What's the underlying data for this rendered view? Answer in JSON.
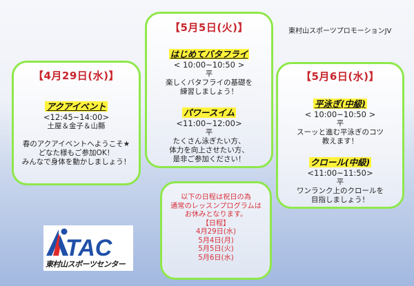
{
  "header": {
    "organization": "東村山スポーツプロモーションJV"
  },
  "cards": [
    {
      "date": "【4月29日(水)】",
      "lessons": [
        {
          "name": "アクアイベント",
          "time": "<12:45~14:00>",
          "instructor": "土屋＆金子＆山縣",
          "description": [
            "春のアクアイベントへようこそ★",
            "どなた様もご参加OK！",
            "みんなで身体を動かしましょう！"
          ]
        }
      ]
    },
    {
      "date": "【5月5日(火)】",
      "lessons": [
        {
          "name": "はじめてバタフライ",
          "time": "< 10:00~10:50 >",
          "instructor": "平",
          "description": [
            "楽しくバタフライの基礎を",
            "練習しましょう！"
          ]
        },
        {
          "name": "パワースイム",
          "time": "<11:00~12:00>",
          "instructor": "平",
          "description": [
            "たくさん泳ぎたい方、",
            "体力を向上させたい方、",
            "是非ご参加ください！"
          ]
        }
      ]
    },
    {
      "date": "【5月6日(水)】",
      "lessons": [
        {
          "name": "平泳ぎ(中級)",
          "time": "< 10:00~10:50 >",
          "instructor": "平",
          "description": [
            "スーッと進む平泳ぎのコツ",
            "教えます！"
          ]
        },
        {
          "name": "クロール(中級)",
          "time": "<11:00~11:50>",
          "instructor": "平",
          "description": [
            "ワンランク上のクロールを",
            "目指しましょう！"
          ]
        }
      ]
    }
  ],
  "notice": {
    "lines": [
      "以下の日程は祝日の為",
      "通常のレッスンプログラムは",
      "お休みとなります。",
      "【日程】"
    ],
    "dates": [
      "4月29日(水)",
      "5月4日(月)",
      "5月5日(火)",
      "5月6日(水)"
    ]
  },
  "logo": {
    "mark": "TAC",
    "name": "東村山スポーツセンター"
  },
  "colors": {
    "card_border": "#8ee84a",
    "title_red": "#c8252d",
    "highlight": "#fff23a",
    "logo_blue": "#1f4fa8",
    "logo_red": "#e02a2a"
  }
}
